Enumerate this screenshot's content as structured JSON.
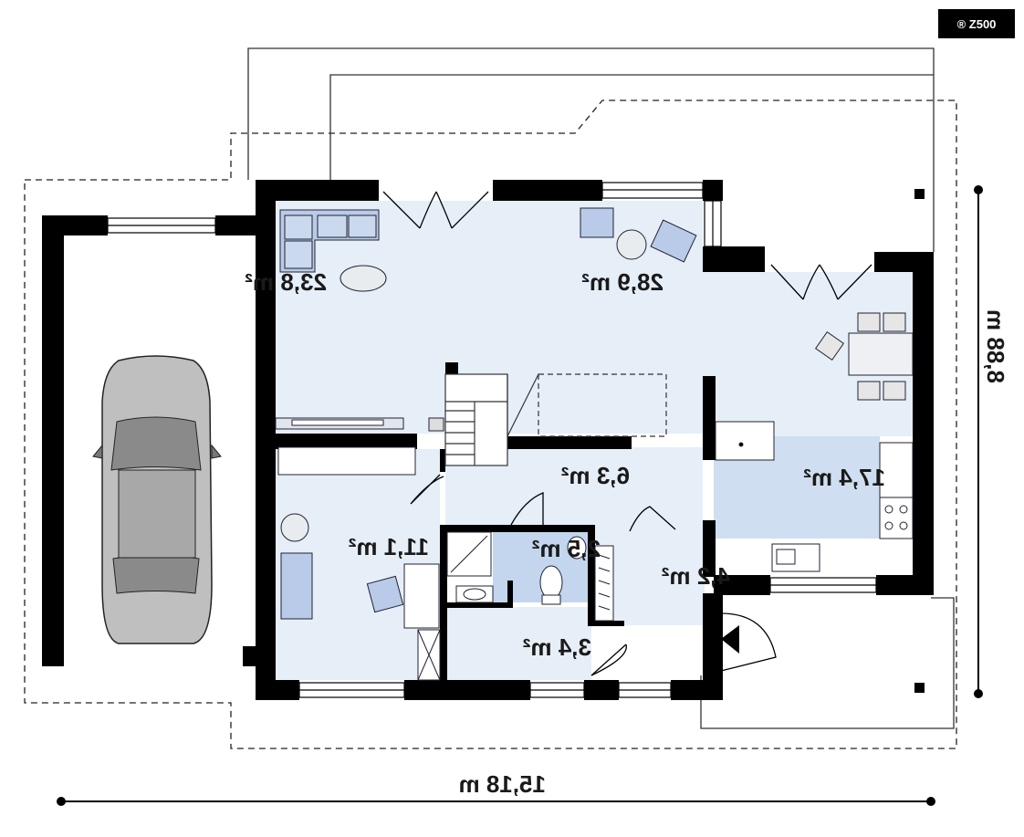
{
  "badge": {
    "text": "® Z500"
  },
  "rooms": [
    {
      "id": "garage",
      "area": "23,8 m²"
    },
    {
      "id": "living",
      "area": "28,9 m²"
    },
    {
      "id": "kitchen-dining",
      "area": "17,4 m²"
    },
    {
      "id": "hall",
      "area": "6,3 m²"
    },
    {
      "id": "study",
      "area": "11,1 m²"
    },
    {
      "id": "bathroom",
      "area": "2,5 m²"
    },
    {
      "id": "corridor",
      "area": "4,2 m²"
    },
    {
      "id": "vestibule",
      "area": "3,4 m²"
    }
  ],
  "dimensions": {
    "width": "15,18 m",
    "depth": "8,88 m"
  },
  "colors": {
    "room_fill": "#e6eef8",
    "kitchen_fill": "#cfdff1",
    "bath_fill": "#c3d6ee",
    "wall": "#000000",
    "furniture": "#b9cbe8"
  }
}
